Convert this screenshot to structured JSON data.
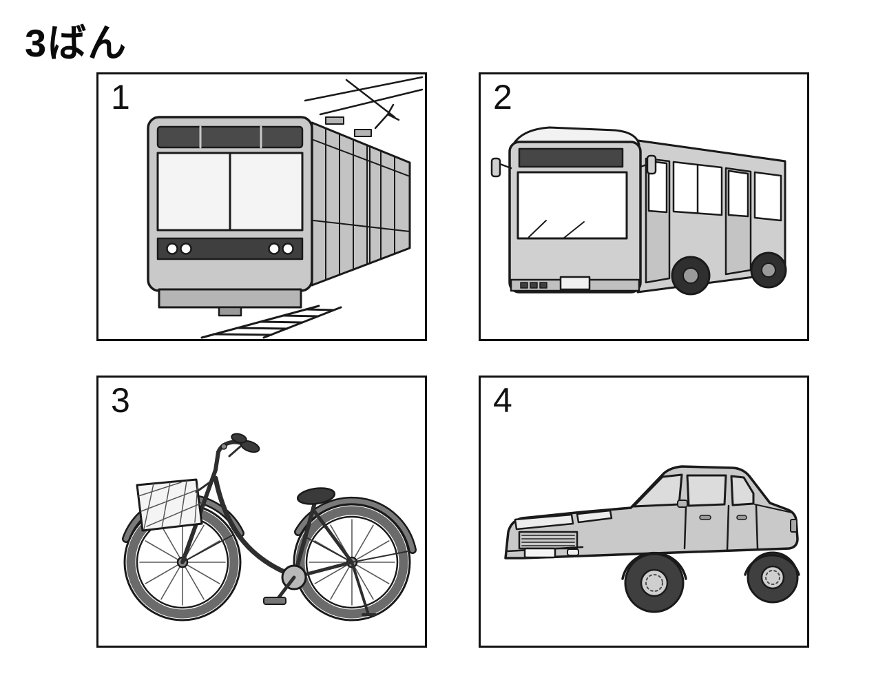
{
  "page": {
    "title": "3ばん"
  },
  "panels": [
    {
      "number": "1",
      "illustration": "train-illustration"
    },
    {
      "number": "2",
      "illustration": "bus-illustration"
    },
    {
      "number": "3",
      "illustration": "bicycle-illustration"
    },
    {
      "number": "4",
      "illustration": "car-illustration"
    }
  ],
  "colors": {
    "outline": "#1a1a1a",
    "body_gray": "#c9c9c9",
    "dark_gray": "#4a4a4a",
    "background": "#ffffff"
  }
}
